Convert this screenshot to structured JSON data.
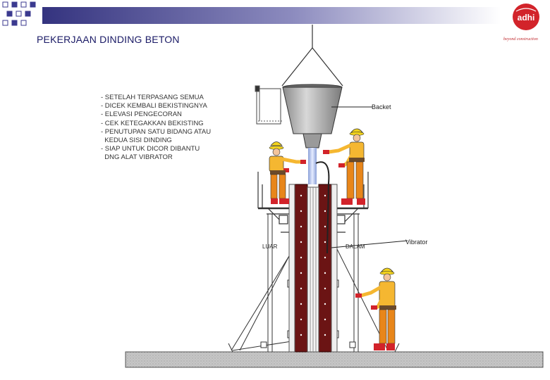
{
  "header": {
    "title": "PEKERJAAN DINDING BETON",
    "logo_text": "adhi",
    "tagline": "beyond construction"
  },
  "notes": [
    "- SETELAH TERPASANG SEMUA",
    "- DICEK KEMBALI BEKISTINGNYA",
    "- ELEVASI PENGECORAN",
    "- CEK KETEGAKKAN BEKISTING",
    "- PENUTUPAN SATU BIDANG ATAU",
    "  KEDUA SISI DINDING",
    "- SIAP UNTUK DICOR DIBANTU",
    "  DNG ALAT VIBRATOR"
  ],
  "labels": {
    "bucket": "Backet",
    "outside": "LUAR",
    "inside": "DALAM",
    "vibrator": "Vibrator"
  },
  "colors": {
    "brand_red": "#d2232a",
    "deco_purple": "#3b3a8f",
    "formwork": "#6b1414",
    "worker_shirt": "#f5b731",
    "worker_pants": "#e8861a",
    "hat": "#f2d21c",
    "ground": "#c8c8c8"
  }
}
